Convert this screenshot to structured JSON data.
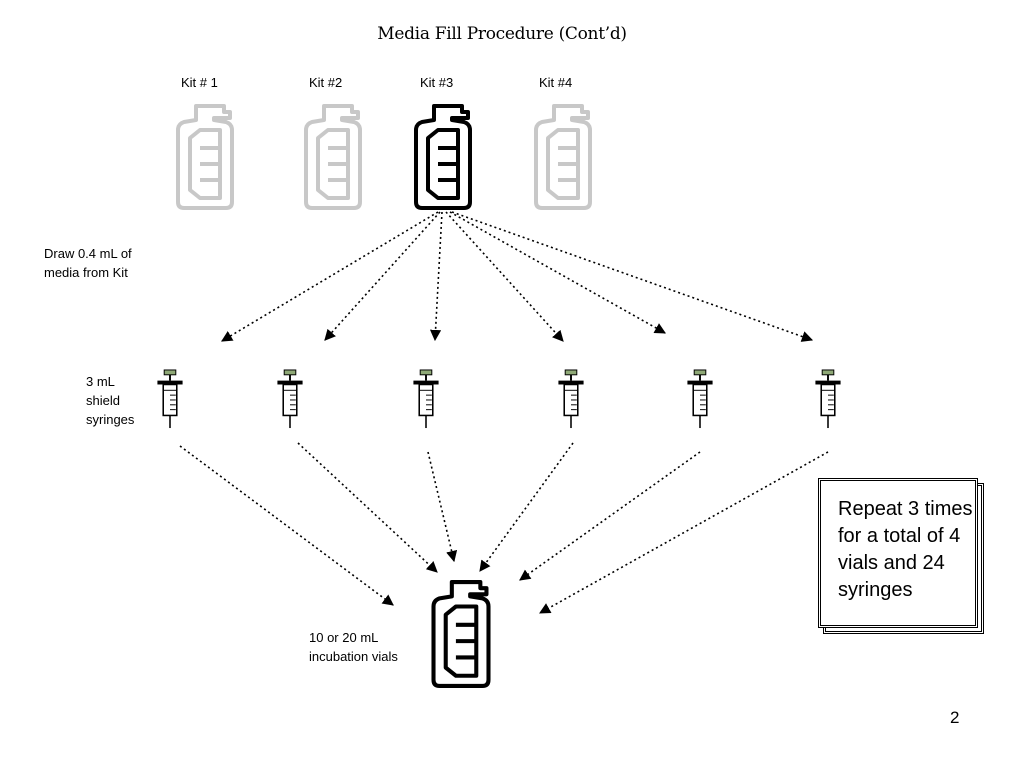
{
  "title": "Media Fill Procedure (Cont’d)",
  "kits": [
    {
      "label": "Kit # 1",
      "active": false
    },
    {
      "label": "Kit #2",
      "active": false
    },
    {
      "label": "Kit #3",
      "active": true
    },
    {
      "label": "Kit #4",
      "active": false
    }
  ],
  "draw_instruction": [
    "Draw 0.4 mL of",
    "media from Kit"
  ],
  "syringe_label": [
    "3 mL",
    "shield",
    "syringes"
  ],
  "vial_label": [
    "10 or 20 mL",
    "incubation vials"
  ],
  "repeat_note": "Repeat 3 times for a total of 4 vials and 24 syringes",
  "slide_number": "2",
  "colors": {
    "active_icon": "#000000",
    "inactive_icon": "#c8c8c8",
    "syringe_cap": "#8fa977"
  },
  "icons": {
    "kit": "bottle-icon",
    "syringe": "syringe-icon",
    "vial": "bottle-icon"
  }
}
